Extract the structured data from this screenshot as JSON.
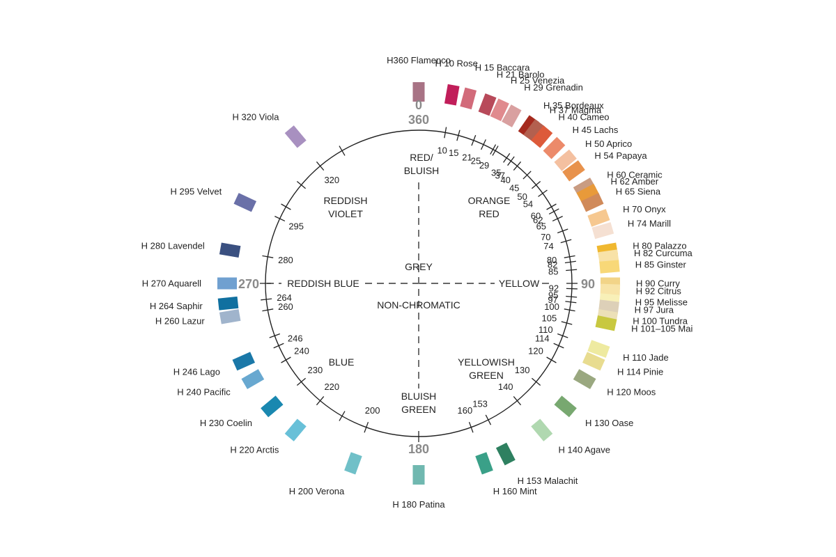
{
  "diagram": {
    "cardinals": [
      {
        "text": "0",
        "angle": 0
      },
      {
        "text": "360",
        "angle": 0
      },
      {
        "text": "90",
        "angle": 90
      },
      {
        "text": "180",
        "angle": 180
      },
      {
        "text": "270",
        "angle": 270
      }
    ],
    "regions": {
      "red_bluish": [
        "RED/",
        "BLUISH"
      ],
      "orange_red": [
        "ORANGE",
        "RED"
      ],
      "reddish_violet": [
        "REDDISH",
        "VIOLET"
      ],
      "grey": "GREY",
      "non_chromatic": "NON-CHROMATIC",
      "reddish_blue": "REDDISH BLUE",
      "yellow": "YELLOW",
      "blue": "BLUE",
      "yellowish_green": [
        "YELLOWISH",
        "GREEN"
      ],
      "bluish_green": [
        "BLUISH",
        "GREEN"
      ]
    },
    "ticks": [
      10,
      15,
      21,
      25,
      29,
      35,
      37,
      40,
      45,
      50,
      54,
      60,
      62,
      65,
      70,
      74,
      80,
      82,
      85,
      92,
      95,
      97,
      100,
      105,
      110,
      114,
      120,
      130,
      140,
      153,
      160,
      200,
      220,
      230,
      240,
      246,
      260,
      264,
      280,
      295,
      320
    ],
    "unlabeled_ticks": [
      30,
      90,
      180,
      210,
      250,
      270,
      300,
      310,
      330
    ],
    "swatches": [
      {
        "hue": 360,
        "label": "H360 Flamenco",
        "color": "#a87385"
      },
      {
        "hue": 10,
        "label": "H 10 Rose",
        "color": "#c11e5a"
      },
      {
        "hue": 15,
        "label": "H 15 Baccara",
        "color": "#d26b7a"
      },
      {
        "hue": 21,
        "label": "H 21 Barolo",
        "color": "#b84a5a"
      },
      {
        "hue": 25,
        "label": "H 25 Venezia",
        "color": "#e08a8e"
      },
      {
        "hue": 29,
        "label": "H 29 Grenadin",
        "color": "#d9a0a0"
      },
      {
        "hue": 35,
        "label": "H 35 Bordeaux",
        "color": "#a52a1e"
      },
      {
        "hue": 37,
        "label": "H 37 Magma",
        "color": "#b3604f"
      },
      {
        "hue": 40,
        "label": "H 40 Cameo",
        "color": "#dd5a3a"
      },
      {
        "hue": 45,
        "label": "H 45 Lachs",
        "color": "#ec8a6a"
      },
      {
        "hue": 50,
        "label": "H 50 Aprico",
        "color": "#f4c0a0"
      },
      {
        "hue": 54,
        "label": "H 54 Papaya",
        "color": "#e8924c"
      },
      {
        "hue": 60,
        "label": "H 60 Ceramic",
        "color": "#c99c82"
      },
      {
        "hue": 62,
        "label": "H 62 Amber",
        "color": "#e89a3a"
      },
      {
        "hue": 65,
        "label": "H 65 Siena",
        "color": "#d08a5a"
      },
      {
        "hue": 70,
        "label": "H 70 Onyx",
        "color": "#f6c890"
      },
      {
        "hue": 74,
        "label": "H 74 Marill",
        "color": "#f5e0d2"
      },
      {
        "hue": 80,
        "label": "H 80 Palazzo",
        "color": "#f0b830"
      },
      {
        "hue": 82,
        "label": "H 82 Curcuma",
        "color": "#f8e2a8"
      },
      {
        "hue": 85,
        "label": "H 85 Ginster",
        "color": "#f8d878"
      },
      {
        "hue": 90,
        "label": "H 90 Curry",
        "color": "#f2d488"
      },
      {
        "hue": 92,
        "label": "H 92 Citrus",
        "color": "#f8e4a8"
      },
      {
        "hue": 95,
        "label": "H 95 Melisse",
        "color": "#f8f0b8"
      },
      {
        "hue": 97,
        "label": "H 97 Jura",
        "color": "#ddd0b8"
      },
      {
        "hue": 100,
        "label": "H 100 Tundra",
        "color": "#ece0b8"
      },
      {
        "hue": 102,
        "label": "H 101–105 Mai",
        "color": "#c8c840"
      },
      {
        "hue": 110,
        "label": "H 110 Jade",
        "color": "#eeeaa0"
      },
      {
        "hue": 114,
        "label": "H 114 Pinie",
        "color": "#e8dc90"
      },
      {
        "hue": 120,
        "label": "H 120 Moos",
        "color": "#9aa880"
      },
      {
        "hue": 130,
        "label": "H 130 Oase",
        "color": "#78a870"
      },
      {
        "hue": 140,
        "label": "H 140 Agave",
        "color": "#b0d8b0"
      },
      {
        "hue": 153,
        "label": "H 153 Malachit",
        "color": "#2e8060"
      },
      {
        "hue": 160,
        "label": "H 160 Mint",
        "color": "#3aa088"
      },
      {
        "hue": 180,
        "label": "H 180 Patina",
        "color": "#70b8b0"
      },
      {
        "hue": 200,
        "label": "H 200 Verona",
        "color": "#70c0c8"
      },
      {
        "hue": 220,
        "label": "H 220 Arctis",
        "color": "#68c0d8"
      },
      {
        "hue": 230,
        "label": "H 230 Coelin",
        "color": "#1a88b0"
      },
      {
        "hue": 240,
        "label": "H 240 Pacific",
        "color": "#68a8d0"
      },
      {
        "hue": 246,
        "label": "H 246 Lago",
        "color": "#1a78a8"
      },
      {
        "hue": 260,
        "label": "H 260 Lazur",
        "color": "#a0b4cc"
      },
      {
        "hue": 264,
        "label": "H 264 Saphir",
        "color": "#1070a0"
      },
      {
        "hue": 270,
        "label": "H 270 Aquarell",
        "color": "#70a0d0"
      },
      {
        "hue": 280,
        "label": "H 280 Lavendel",
        "color": "#3a5080"
      },
      {
        "hue": 295,
        "label": "H 295 Velvet",
        "color": "#6a70a8"
      },
      {
        "hue": 320,
        "label": "H 320 Viola",
        "color": "#a890c0"
      }
    ]
  }
}
